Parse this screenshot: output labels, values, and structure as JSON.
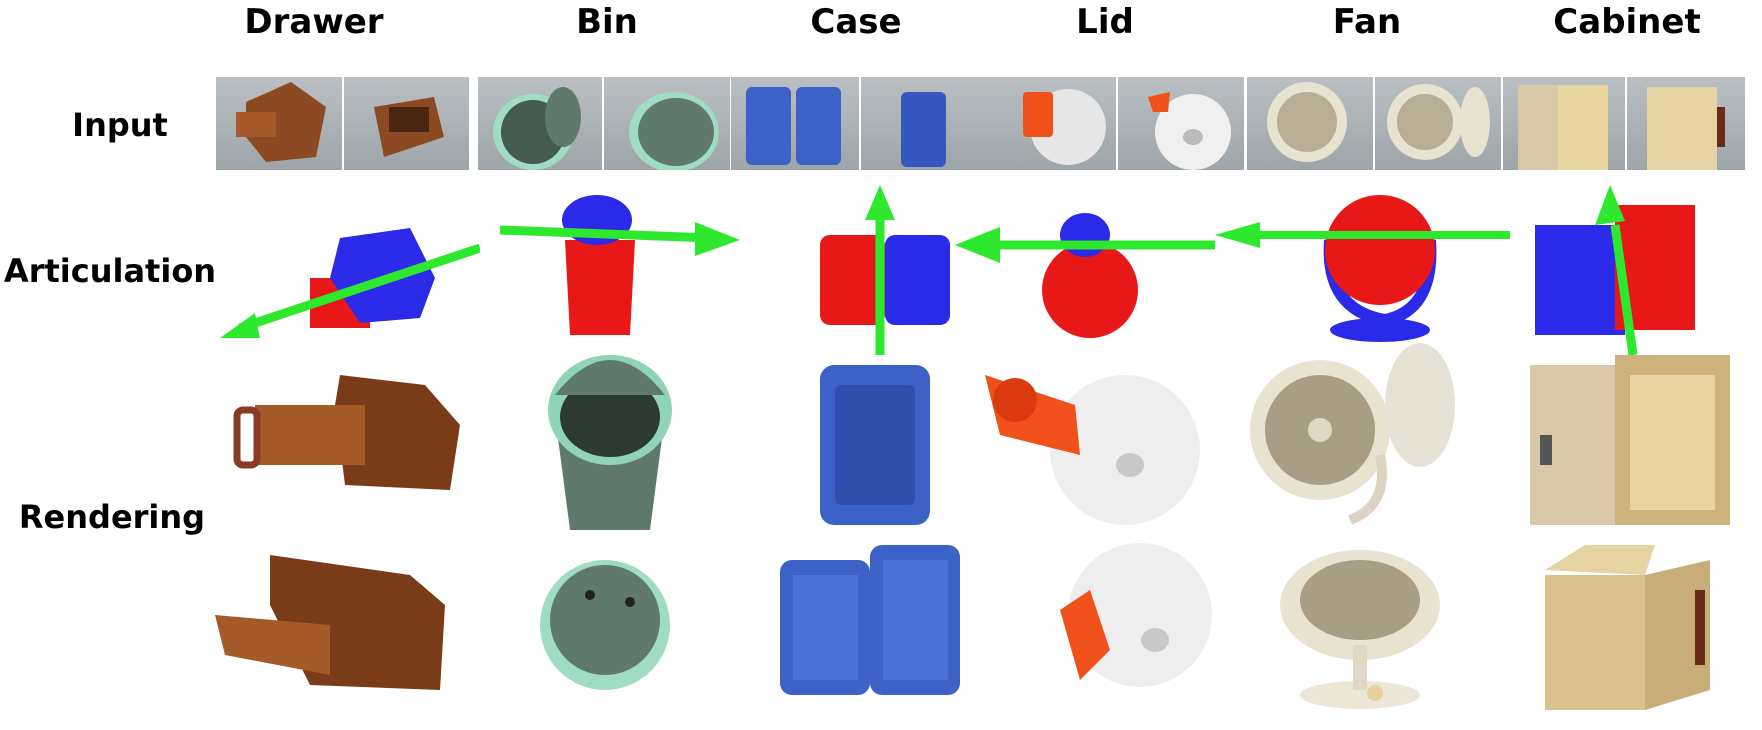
{
  "columns": [
    "Drawer",
    "Bin",
    "Case",
    "Lid",
    "Fan",
    "Cabinet"
  ],
  "rows": {
    "input": "Input",
    "articulation": "Articulation",
    "rendering": "Rendering"
  },
  "colors": {
    "static_part": "#e81818",
    "moving_part": "#2a2ae8",
    "axis": "#2ee82e"
  }
}
